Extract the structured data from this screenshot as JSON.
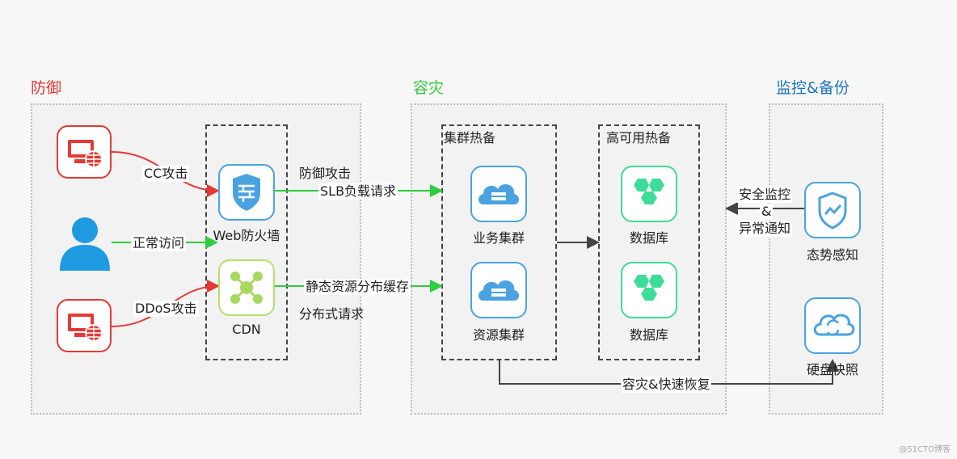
{
  "sections": {
    "defense": {
      "title": "防御",
      "color": "#e53935"
    },
    "disaster": {
      "title": "容灾",
      "color": "#2ecc40"
    },
    "monitor": {
      "title": "监控&备份",
      "color": "#1e73be"
    }
  },
  "cluster_hot": {
    "title": "集群热备"
  },
  "ha_hot": {
    "title": "高可用热备"
  },
  "nodes": {
    "waf": "Web防火墙",
    "cdn": "CDN",
    "biz_cluster": "业务集群",
    "res_cluster": "资源集群",
    "db1": "数据库",
    "db2": "数据库",
    "situation": "态势感知",
    "snapshot": "硬盘快照"
  },
  "edges": {
    "cc": "CC攻击",
    "normal": "正常访问",
    "ddos": "DDoS攻击",
    "defend": "防御攻击",
    "slb": "SLB负载请求",
    "static": "静态资源分布缓存",
    "dist": "分布式请求",
    "monitor1": "安全监控",
    "monitor_amp": "&",
    "monitor2": "异常通知",
    "recover": "容灾&快速恢复"
  },
  "colors": {
    "red": "#e53935",
    "green": "#2ecc40",
    "blue": "#4aa3df",
    "teal": "#3ddc97",
    "dark": "#444444"
  },
  "watermark": "@51CTO博客"
}
